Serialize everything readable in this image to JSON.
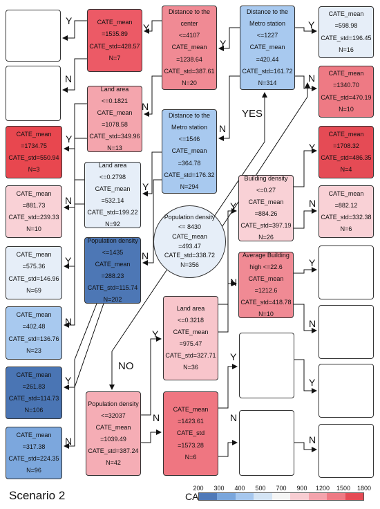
{
  "scenario": "Scenario 2",
  "legend": {
    "title": "CATE =",
    "ticks": [
      "200",
      "300",
      "400",
      "500",
      "700",
      "900",
      "1200",
      "1500",
      "1800"
    ],
    "colors": [
      "#4f79b8",
      "#7aa6dc",
      "#a6c7ee",
      "#d4e4f4",
      "#f5f5f5",
      "#f8cdd2",
      "#f4a3ac",
      "#ee7a84",
      "#e54b55"
    ]
  },
  "branch_labels": {
    "yes": "YES",
    "no": "NO",
    "y": "Y",
    "n": "N"
  },
  "nodes": {
    "root": [
      "Population density",
      "<= 8430",
      "CATE_mean",
      "=493.47",
      "CATE_std=338.72",
      "N=356"
    ],
    "d_metro_1227": [
      "Distance to the",
      "Metro station",
      "<=1227",
      "CATE_mean",
      "=420.44",
      "CATE_std=161.72",
      "N=314"
    ],
    "d_metro_1546": [
      "Distance to the",
      "Metro station",
      "<=1546",
      "CATE_mean",
      "=364.78",
      "CATE_std=176.32",
      "N=294"
    ],
    "d_center": [
      "Distance to the",
      "center",
      "<=4107",
      "CATE_mean",
      "=1238.64",
      "CATE_std=387.61",
      "N=20"
    ],
    "leaf_1535": [
      "CATE_mean",
      "=1535.89",
      "CATE_std=428.57",
      "N=7"
    ],
    "land_01821": [
      "Land area",
      "<=0.1821",
      "CATE_mean",
      "=1078.58",
      "CATE_std=349.96",
      "N=13"
    ],
    "leaf_1734": [
      "CATE_mean",
      "=1734.75",
      "CATE_std=550.94",
      "N=3"
    ],
    "leaf_881": [
      "CATE_mean",
      "=881.73",
      "CATE_std=239.33",
      "N=10"
    ],
    "land_02798": [
      "Land area",
      "<=0.2798",
      "CATE_mean",
      "=532.14",
      "CATE_std=199.22",
      "N=92"
    ],
    "pop_1435": [
      "Population density",
      "<=1435",
      "CATE_mean",
      "=288.23",
      "CATE_std=115.74",
      "N=202"
    ],
    "leaf_575": [
      "CATE_mean",
      "=575.36",
      "CATE_std=146.96",
      "N=69"
    ],
    "leaf_402": [
      "CATE_mean",
      "=402.48",
      "CATE_std=136.76",
      "N=23"
    ],
    "leaf_261": [
      "CATE_mean",
      "=261.83",
      "CATE_std=114.73",
      "N=106"
    ],
    "leaf_317": [
      "CATE_mean",
      "=317.38",
      "CATE_std=224.35",
      "N=96"
    ],
    "leaf_598": [
      "CATE_mean",
      "=598.98",
      "CATE_std=196.45",
      "N=16"
    ],
    "leaf_1340": [
      "CATE_mean",
      "=1340.70",
      "CATE_std=470.19",
      "N=10"
    ],
    "leaf_1708": [
      "CATE_mean",
      "=1708.32",
      "CATE_std=486.35",
      "N=4"
    ],
    "leaf_882": [
      "CATE_mean",
      "=882.12",
      "CATE_std=332.38",
      "N=6"
    ],
    "build_027": [
      "Building  density",
      "<=0.27",
      "CATE_mean",
      "=884.26",
      "CATE_std=397.19",
      "N=26"
    ],
    "avg_build": [
      "Average Building",
      "high <=22.6",
      "CATE_mean",
      "=1212.6",
      "CATE_std=418.78",
      "N=10"
    ],
    "land_03218": [
      "Land area",
      "<=0.3218",
      "CATE_mean",
      "=975.47",
      "CATE_std=327.71",
      "N=36"
    ],
    "pop_32037": [
      "Population density",
      "<=32037",
      "CATE_mean",
      "=1039.49",
      "CATE_std=387.24",
      "N=42"
    ],
    "leaf_1423": [
      "CATE_mean",
      "=1423.61",
      "CATE_std",
      "=1573.28",
      "N=6"
    ]
  }
}
